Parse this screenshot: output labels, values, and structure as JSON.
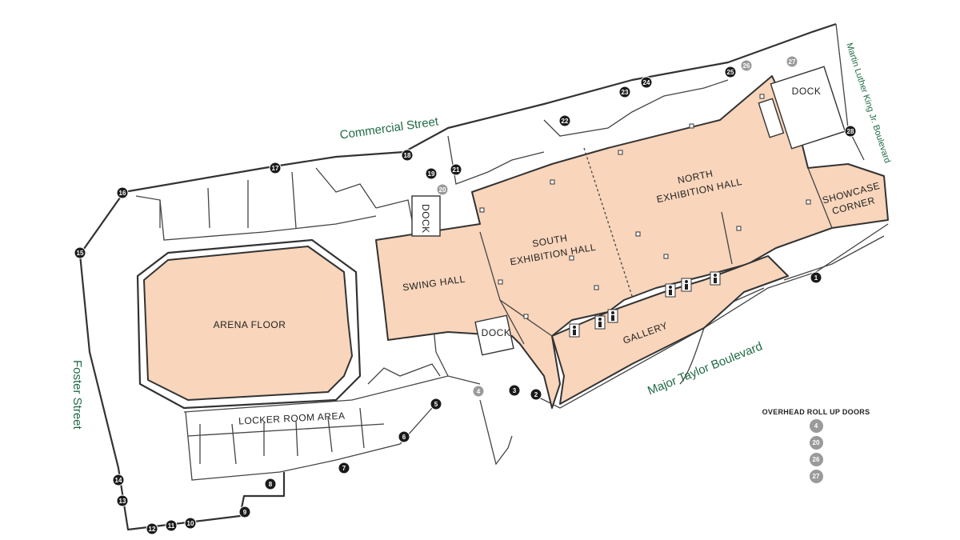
{
  "streets": {
    "commercial": "Commercial Street",
    "mlk": "Martin Luther King Jr. Boulevard",
    "foster": "Foster Street",
    "major_taylor": "Major Taylor Boulevard"
  },
  "areas": {
    "arena_floor": "ARENA FLOOR",
    "swing_hall": "SWING HALL",
    "south_exhibition_1": "SOUTH",
    "south_exhibition_2": "EXHIBITION HALL",
    "north_exhibition_1": "NORTH",
    "north_exhibition_2": "EXHIBITION HALL",
    "showcase_1": "SHOWCASE",
    "showcase_2": "CORNER",
    "gallery": "GALLERY",
    "locker_room": "LOCKER ROOM AREA",
    "dock_west": "DOCK",
    "dock_south": "DOCK",
    "dock_north": "DOCK"
  },
  "doors": {
    "black": [
      "1",
      "2",
      "3",
      "5",
      "6",
      "7",
      "8",
      "9",
      "10",
      "11",
      "12",
      "13",
      "14",
      "15",
      "16",
      "17",
      "18",
      "19",
      "21",
      "22",
      "23",
      "24",
      "25",
      "28"
    ],
    "overhead": [
      "4",
      "20",
      "26",
      "27"
    ]
  },
  "legend": {
    "title": "OVERHEAD ROLL UP DOORS",
    "items": [
      "4",
      "20",
      "26",
      "27"
    ]
  },
  "colors": {
    "floor_fill": "#f8d5bb",
    "street_text": "#1f6b45",
    "door_black": "#1a1a1a",
    "door_overhead": "#9a9a9a"
  }
}
